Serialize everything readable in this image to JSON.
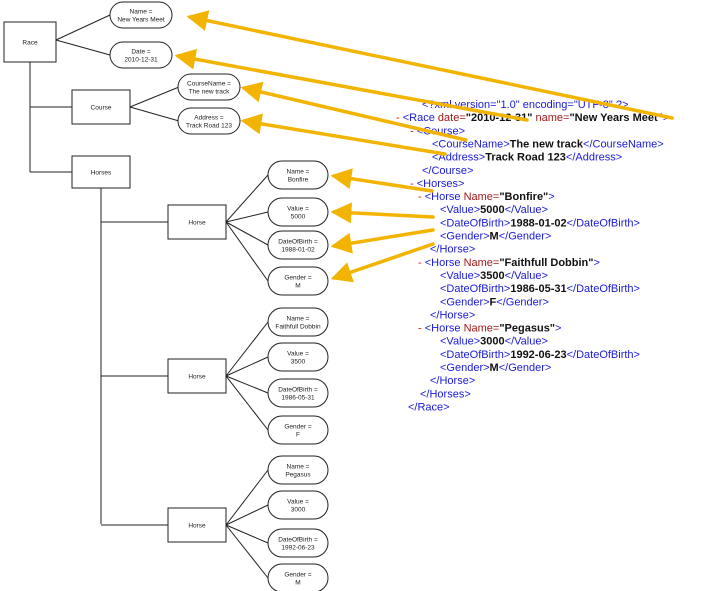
{
  "diagram": {
    "race": {
      "label": "Race",
      "attrs": [
        {
          "l1": "Name =",
          "l2": "New Years Meet"
        },
        {
          "l1": "Date =",
          "l2": "2010-12-31"
        }
      ]
    },
    "course": {
      "label": "Course",
      "attrs": [
        {
          "l1": "CourseName =",
          "l2": "The new track"
        },
        {
          "l1": "Address =",
          "l2": "Track Road 123"
        }
      ]
    },
    "horses": {
      "label": "Horses"
    },
    "horse_nodes": [
      {
        "label": "Horse",
        "attrs": [
          {
            "l1": "Name =",
            "l2": "Bonfire"
          },
          {
            "l1": "Value =",
            "l2": "5000"
          },
          {
            "l1": "DateOfBirth =",
            "l2": "1988-01-02"
          },
          {
            "l1": "Gender =",
            "l2": "M"
          }
        ]
      },
      {
        "label": "Horse",
        "attrs": [
          {
            "l1": "Name =",
            "l2": "Faithfull Dobbin"
          },
          {
            "l1": "Value =",
            "l2": "3500"
          },
          {
            "l1": "DateOfBirth =",
            "l2": "1986-05-31"
          },
          {
            "l1": "Gender =",
            "l2": "F"
          }
        ]
      },
      {
        "label": "Horse",
        "attrs": [
          {
            "l1": "Name =",
            "l2": "Pegasus"
          },
          {
            "l1": "Value =",
            "l2": "3000"
          },
          {
            "l1": "DateOfBirth =",
            "l2": "1992-06-23"
          },
          {
            "l1": "Gender =",
            "l2": "M"
          }
        ]
      }
    ]
  },
  "xml_lines": [
    [
      {
        "t": "<?xml version=\"1.0\" encoding=\"UTF-8\" ?>",
        "c": "tag"
      }
    ],
    [
      {
        "t": "- ",
        "c": "dash"
      },
      {
        "t": "<Race ",
        "c": "tag"
      },
      {
        "t": "date=",
        "c": "attr"
      },
      {
        "t": "\"2010-12-31\"",
        "c": "value"
      },
      {
        "t": " name=",
        "c": "attr"
      },
      {
        "t": "\"New Years Meet\"",
        "c": "value"
      },
      {
        "t": ">",
        "c": "tag"
      }
    ],
    [
      {
        "t": "- ",
        "c": "dash"
      },
      {
        "t": "<Course>",
        "c": "tag"
      }
    ],
    [
      {
        "t": "<CourseName>",
        "c": "tag"
      },
      {
        "t": "The new track",
        "c": "value"
      },
      {
        "t": "</CourseName>",
        "c": "tag"
      }
    ],
    [
      {
        "t": "<Address>",
        "c": "tag"
      },
      {
        "t": "Track Road 123",
        "c": "value"
      },
      {
        "t": "</Address>",
        "c": "tag"
      }
    ],
    [
      {
        "t": "</Course>",
        "c": "tag"
      }
    ],
    [
      {
        "t": "- ",
        "c": "dash"
      },
      {
        "t": "<Horses>",
        "c": "tag"
      }
    ],
    [
      {
        "t": "- ",
        "c": "dash"
      },
      {
        "t": "<Horse ",
        "c": "tag"
      },
      {
        "t": "Name=",
        "c": "attr"
      },
      {
        "t": "\"Bonfire\"",
        "c": "value"
      },
      {
        "t": ">",
        "c": "tag"
      }
    ],
    [
      {
        "t": "<Value>",
        "c": "tag"
      },
      {
        "t": "5000",
        "c": "value"
      },
      {
        "t": "</Value>",
        "c": "tag"
      }
    ],
    [
      {
        "t": "<DateOfBirth>",
        "c": "tag"
      },
      {
        "t": "1988-01-02",
        "c": "value"
      },
      {
        "t": "</DateOfBirth>",
        "c": "tag"
      }
    ],
    [
      {
        "t": "<Gender>",
        "c": "tag"
      },
      {
        "t": "M",
        "c": "value"
      },
      {
        "t": "</Gender>",
        "c": "tag"
      }
    ],
    [
      {
        "t": "</Horse>",
        "c": "tag"
      }
    ],
    [
      {
        "t": "- ",
        "c": "dash"
      },
      {
        "t": "<Horse ",
        "c": "tag"
      },
      {
        "t": "Name=",
        "c": "attr"
      },
      {
        "t": "\"Faithfull Dobbin\"",
        "c": "value"
      },
      {
        "t": ">",
        "c": "tag"
      }
    ],
    [
      {
        "t": "<Value>",
        "c": "tag"
      },
      {
        "t": "3500",
        "c": "value"
      },
      {
        "t": "</Value>",
        "c": "tag"
      }
    ],
    [
      {
        "t": "<DateOfBirth>",
        "c": "tag"
      },
      {
        "t": "1986-05-31",
        "c": "value"
      },
      {
        "t": "</DateOfBirth>",
        "c": "tag"
      }
    ],
    [
      {
        "t": "<Gender>",
        "c": "tag"
      },
      {
        "t": "F",
        "c": "value"
      },
      {
        "t": "</Gender>",
        "c": "tag"
      }
    ],
    [
      {
        "t": "</Horse>",
        "c": "tag"
      }
    ],
    [
      {
        "t": "- ",
        "c": "dash"
      },
      {
        "t": "<Horse ",
        "c": "tag"
      },
      {
        "t": "Name=",
        "c": "attr"
      },
      {
        "t": "\"Pegasus\"",
        "c": "value"
      },
      {
        "t": ">",
        "c": "tag"
      }
    ],
    [
      {
        "t": "<Value>",
        "c": "tag"
      },
      {
        "t": "3000",
        "c": "value"
      },
      {
        "t": "</Value>",
        "c": "tag"
      }
    ],
    [
      {
        "t": "<DateOfBirth>",
        "c": "tag"
      },
      {
        "t": "1992-06-23",
        "c": "value"
      },
      {
        "t": "</DateOfBirth>",
        "c": "tag"
      }
    ],
    [
      {
        "t": "<Gender>",
        "c": "tag"
      },
      {
        "t": "M",
        "c": "value"
      },
      {
        "t": "</Gender>",
        "c": "tag"
      }
    ],
    [
      {
        "t": "</Horse>",
        "c": "tag"
      }
    ],
    [
      {
        "t": "</Horses>",
        "c": "tag"
      }
    ],
    [
      {
        "t": "</Race>",
        "c": "tag"
      }
    ]
  ],
  "colors": {
    "tag": "#1a1ad6",
    "attr": "#a01818",
    "value": "#111111",
    "dash": "#cc1e1e",
    "arrow": "#f2b400",
    "line": "#222222"
  }
}
